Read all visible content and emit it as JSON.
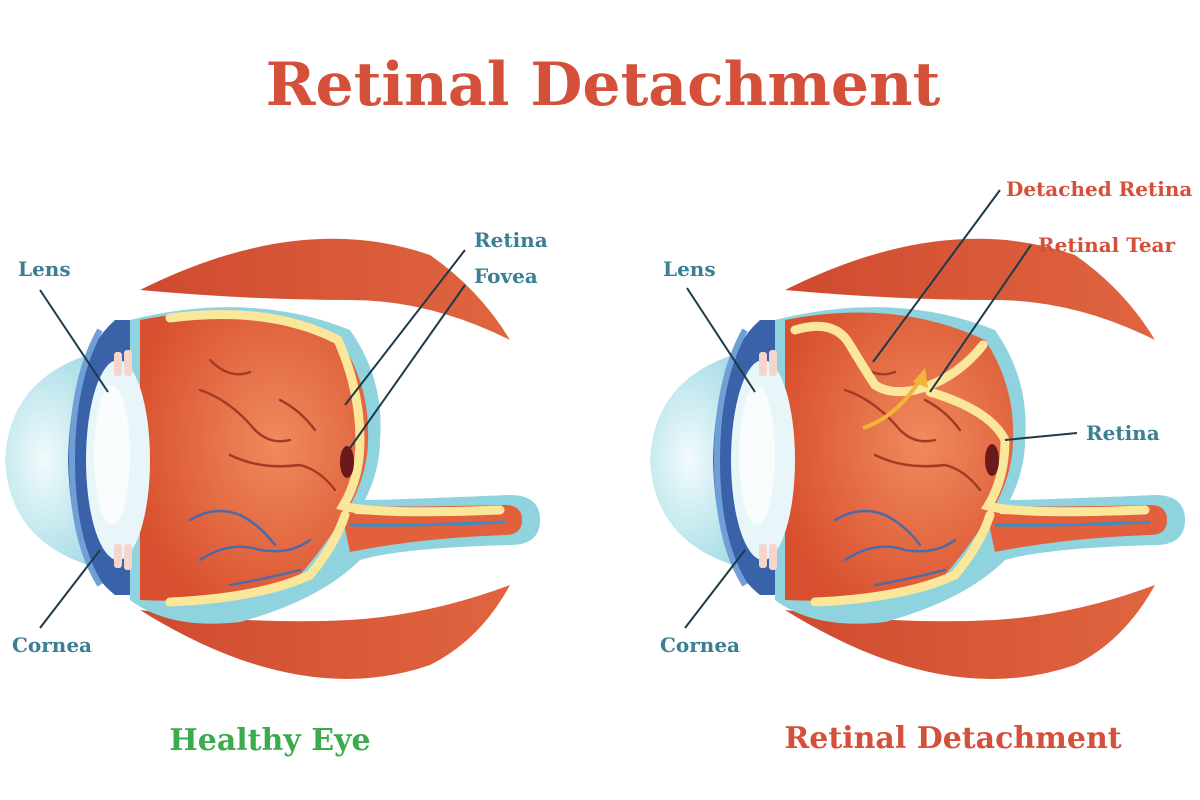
{
  "title": "Retinal Detachment",
  "colors": {
    "title": "#d5503a",
    "label_blue": "#3a7f94",
    "label_red": "#d5503a",
    "caption_green": "#3cab4e",
    "eye_inner": "#e2603c",
    "sclera_outline": "#8fd3de",
    "retina_layer": "#fbe79a",
    "muscle": "#d9573c",
    "cornea": "#c4e6ee",
    "iris": "#3a62a8",
    "lens": "#e8f5f9"
  },
  "healthy_eye": {
    "caption": "Healthy Eye",
    "labels": {
      "lens": "Lens",
      "cornea": "Cornea",
      "retina": "Retina",
      "fovea": "Fovea"
    }
  },
  "detached_eye": {
    "caption": "Retinal Detachment",
    "labels": {
      "lens": "Lens",
      "cornea": "Cornea",
      "retina": "Retina",
      "detached_retina": "Detached Retina",
      "retinal_tear": "Retinal Tear"
    }
  }
}
